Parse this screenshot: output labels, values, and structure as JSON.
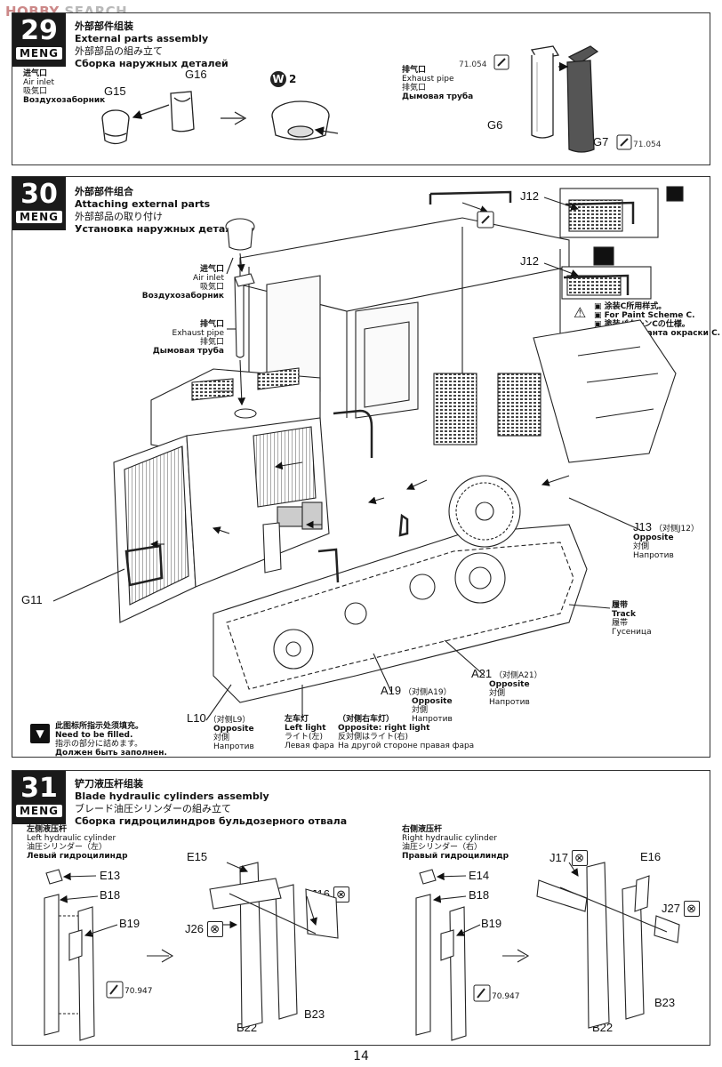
{
  "watermark": {
    "brand": "HOBBY",
    "suffix": "SEARCH"
  },
  "brand": "MENG",
  "step29": {
    "number": "29",
    "title_cn": "外部部件组装",
    "title_en": "External parts assembly",
    "title_jp": "外部部品の組み立て",
    "title_ru": "Сборка наружных деталей",
    "air_inlet": {
      "cn": "进气口",
      "en": "Air inlet",
      "jp": "吸気口",
      "ru": "Воздухозаборник"
    },
    "exhaust": {
      "cn": "排气口",
      "en": "Exhaust pipe",
      "jp": "排気口",
      "ru": "Дымовая труба"
    },
    "parts": {
      "g15": "G15",
      "g16": "G16",
      "g6": "G6",
      "g7": "G7"
    },
    "glue_badge": "W 2",
    "paint_codes": {
      "g6": "71.054",
      "g7": "71.054"
    }
  },
  "step30": {
    "number": "30",
    "title_cn": "外部部件组合",
    "title_en": "Attaching external parts",
    "title_jp": "外部部品の取り付け",
    "title_ru": "Установка наружных деталей",
    "air_inlet": {
      "cn": "进气口",
      "en": "Air inlet",
      "jp": "吸気口",
      "ru": "Воздухозаборник"
    },
    "exhaust": {
      "cn": "排气口",
      "en": "Exhaust pipe",
      "jp": "排気口",
      "ru": "Дымовая труба"
    },
    "scheme_note": {
      "cn": "涂装C所用样式。",
      "en": "For Paint Scheme C.",
      "jp": "塗装パターンCの仕様。",
      "ru": "Для варианта окраски С."
    },
    "j12_top": "J12",
    "j12_mid": "J12",
    "j13": {
      "label": "J13",
      "cn": "（对侧J12）",
      "en": "Opposite",
      "jp": "対側",
      "ru": "Напротив"
    },
    "track": {
      "cn": "履带",
      "en": "Track",
      "jp": "履帯",
      "ru": "Гусеница"
    },
    "g11": "G11",
    "a21": {
      "label": "A21",
      "cn": "（对侧A21）",
      "en": "Opposite",
      "jp": "対側",
      "ru": "Напротив"
    },
    "a19": {
      "label": "A19",
      "cn": "（对侧A19）",
      "en": "Opposite",
      "jp": "対側",
      "ru": "Напротив"
    },
    "l10": {
      "label": "L10",
      "cn": "（对侧L9）",
      "en": "Opposite",
      "jp": "対側",
      "ru": "Напротив"
    },
    "left_light": {
      "cn": "左车灯",
      "en": "Left light",
      "jp": "ライト(左)",
      "ru": "Левая фара"
    },
    "right_light": {
      "cn": "（对侧右车灯）",
      "en": "Opposite: right light",
      "jp": "反対側はライト(右)",
      "ru": "На другой стороне правая фара"
    },
    "fill_note": {
      "cn": "此图标所指示处须填充。",
      "en": "Need to be filled.",
      "jp": "指示の部分に詰めます。",
      "ru": "Должен быть заполнен."
    }
  },
  "step31": {
    "number": "31",
    "title_cn": "铲刀液压杆组装",
    "title_en": "Blade hydraulic cylinders assembly",
    "title_jp": "ブレード油圧シリンダーの組み立て",
    "title_ru": "Сборка гидроцилиндров бульдозерного отвала",
    "left": {
      "cn": "左侧液压杆",
      "en": "Left hydraulic cylinder",
      "jp": "油圧シリンダー（左）",
      "ru": "Левый гидроцилиндр"
    },
    "right": {
      "cn": "右侧液压杆",
      "en": "Right hydraulic cylinder",
      "jp": "油圧シリンダー（右）",
      "ru": "Правый гидроцилиндр"
    },
    "parts_left": {
      "e13": "E13",
      "b18": "B18",
      "b19": "B19",
      "e15": "E15",
      "j16": "J16",
      "j26": "J26",
      "b22": "B22",
      "b23": "B23"
    },
    "parts_right": {
      "e14": "E14",
      "b18": "B18",
      "b19": "B19",
      "j17": "J17",
      "e16": "E16",
      "j27": "J27",
      "b22": "B22",
      "b23": "B23"
    },
    "paint_left": "70.947",
    "paint_right": "70.947"
  },
  "page_number": "14"
}
